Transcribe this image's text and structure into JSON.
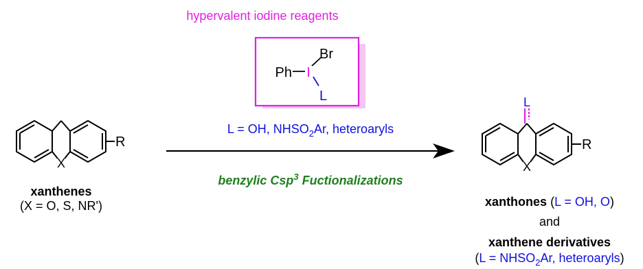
{
  "reagent_heading": "hypervalent iodine reagents",
  "reagent": {
    "ph": "Ph",
    "iodine": "I",
    "br": "Br",
    "ligand": "L"
  },
  "ligand_scope": {
    "prefix": "L = OH, NHSO",
    "sub": "2",
    "suffix": "Ar, heteroaryls"
  },
  "reaction_type": {
    "prefix": "benzylic Csp",
    "sup": "3",
    "suffix": " Fuctionalizations"
  },
  "reactant": {
    "name": "xanthenes",
    "scope": "(X = O, S, NR')",
    "x_atom": "X",
    "r_group": "R"
  },
  "product": {
    "l_atom": "L",
    "x_atom": "X",
    "r_group": "R",
    "name1": "xanthones",
    "name1_open": " (",
    "name1_cond": "L = OH, O",
    "name1_close": ")",
    "and": "and",
    "name2": "xanthene derivatives",
    "name2_open": "(",
    "name2_cond_prefix": "L = NHSO",
    "name2_cond_sub": "2",
    "name2_cond_suffix": "Ar, heteroaryls",
    "name2_close": ")"
  },
  "colors": {
    "magenta": "#e020e0",
    "blue": "#1010e0",
    "green": "#208020",
    "shadow": "#f3c6f3",
    "black": "#000000"
  }
}
